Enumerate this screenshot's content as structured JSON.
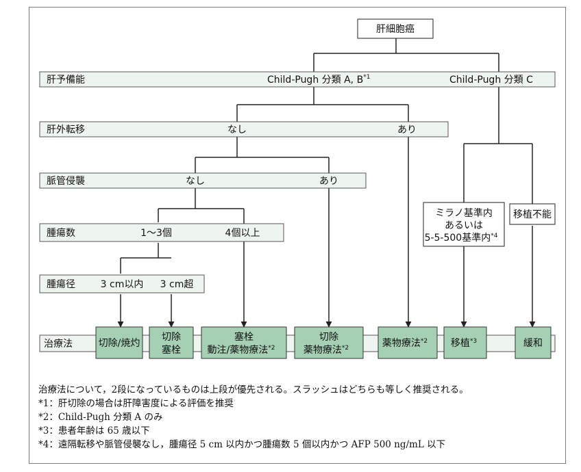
{
  "root": "肝細胞癌",
  "rows": {
    "liver_function": {
      "label": "肝予備能",
      "option_ab": "Child-Pugh 分類 A, B",
      "option_ab_mark": "*1",
      "option_c": "Child-Pugh 分類 C"
    },
    "extrahepatic": {
      "label": "肝外転移",
      "no": "なし",
      "yes": "あり"
    },
    "vascular": {
      "label": "脈管侵襲",
      "no": "なし",
      "yes": "あり"
    },
    "tumor_count": {
      "label": "腫瘍数",
      "few": "1〜3個",
      "many": "4個以上"
    },
    "tumor_size": {
      "label": "腫瘍径",
      "small": "3 cm以内",
      "large": "3 cm超"
    }
  },
  "transplant": {
    "criteria_line1": "ミラノ基準内",
    "criteria_line2": "あるいは",
    "criteria_line3": "5-5-500基準内",
    "criteria_mark": "*4",
    "not_possible": "移植不能"
  },
  "treatment": {
    "label": "治療法",
    "t1": "切除/焼灼",
    "t2_line1": "切除",
    "t2_line2": "塞栓",
    "t3_line1": "塞栓",
    "t3_line2": "動注/薬物療法",
    "t3_mark": "*2",
    "t4_line1": "切除",
    "t4_line2": "薬物療法",
    "t4_mark": "*2",
    "t5": "薬物療法",
    "t5_mark": "*2",
    "t6": "移植",
    "t6_mark": "*3",
    "t7": "緩和"
  },
  "notes": [
    "治療法について，2段になっているものは上段が優先される。スラッシュはどちらも等しく推奨される。",
    "*1：肝切除の場合は肝障害度による評価を推奨",
    "*2：Child-Pugh 分類 A のみ",
    "*3：患者年齢は 65 歳以下",
    "*4：遠隔転移や脈管侵襲なし，腫瘍径 5 cm 以内かつ腫瘍数 5 個以内かつ AFP 500 ng/mL 以下"
  ],
  "colors": {
    "bar_fill": "#eef5ee",
    "treatment_fill": "#a5d0b3",
    "line": "#222222"
  }
}
